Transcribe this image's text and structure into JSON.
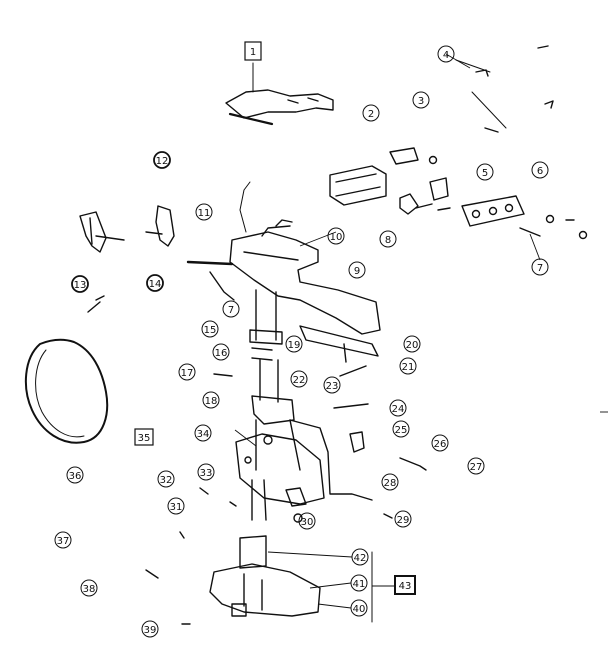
{
  "diagram": {
    "part_numbers": [
      "1",
      "2",
      "3",
      "4",
      "5",
      "6",
      "7",
      "8",
      "9",
      "10",
      "11",
      "12",
      "13",
      "14",
      "15",
      "16",
      "17",
      "18",
      "19",
      "20",
      "21",
      "22",
      "23",
      "24",
      "25",
      "26",
      "27",
      "28",
      "29",
      "30",
      "31",
      "32",
      "33",
      "34",
      "35",
      "36",
      "37",
      "38",
      "39",
      "40",
      "41",
      "42",
      "43"
    ]
  }
}
